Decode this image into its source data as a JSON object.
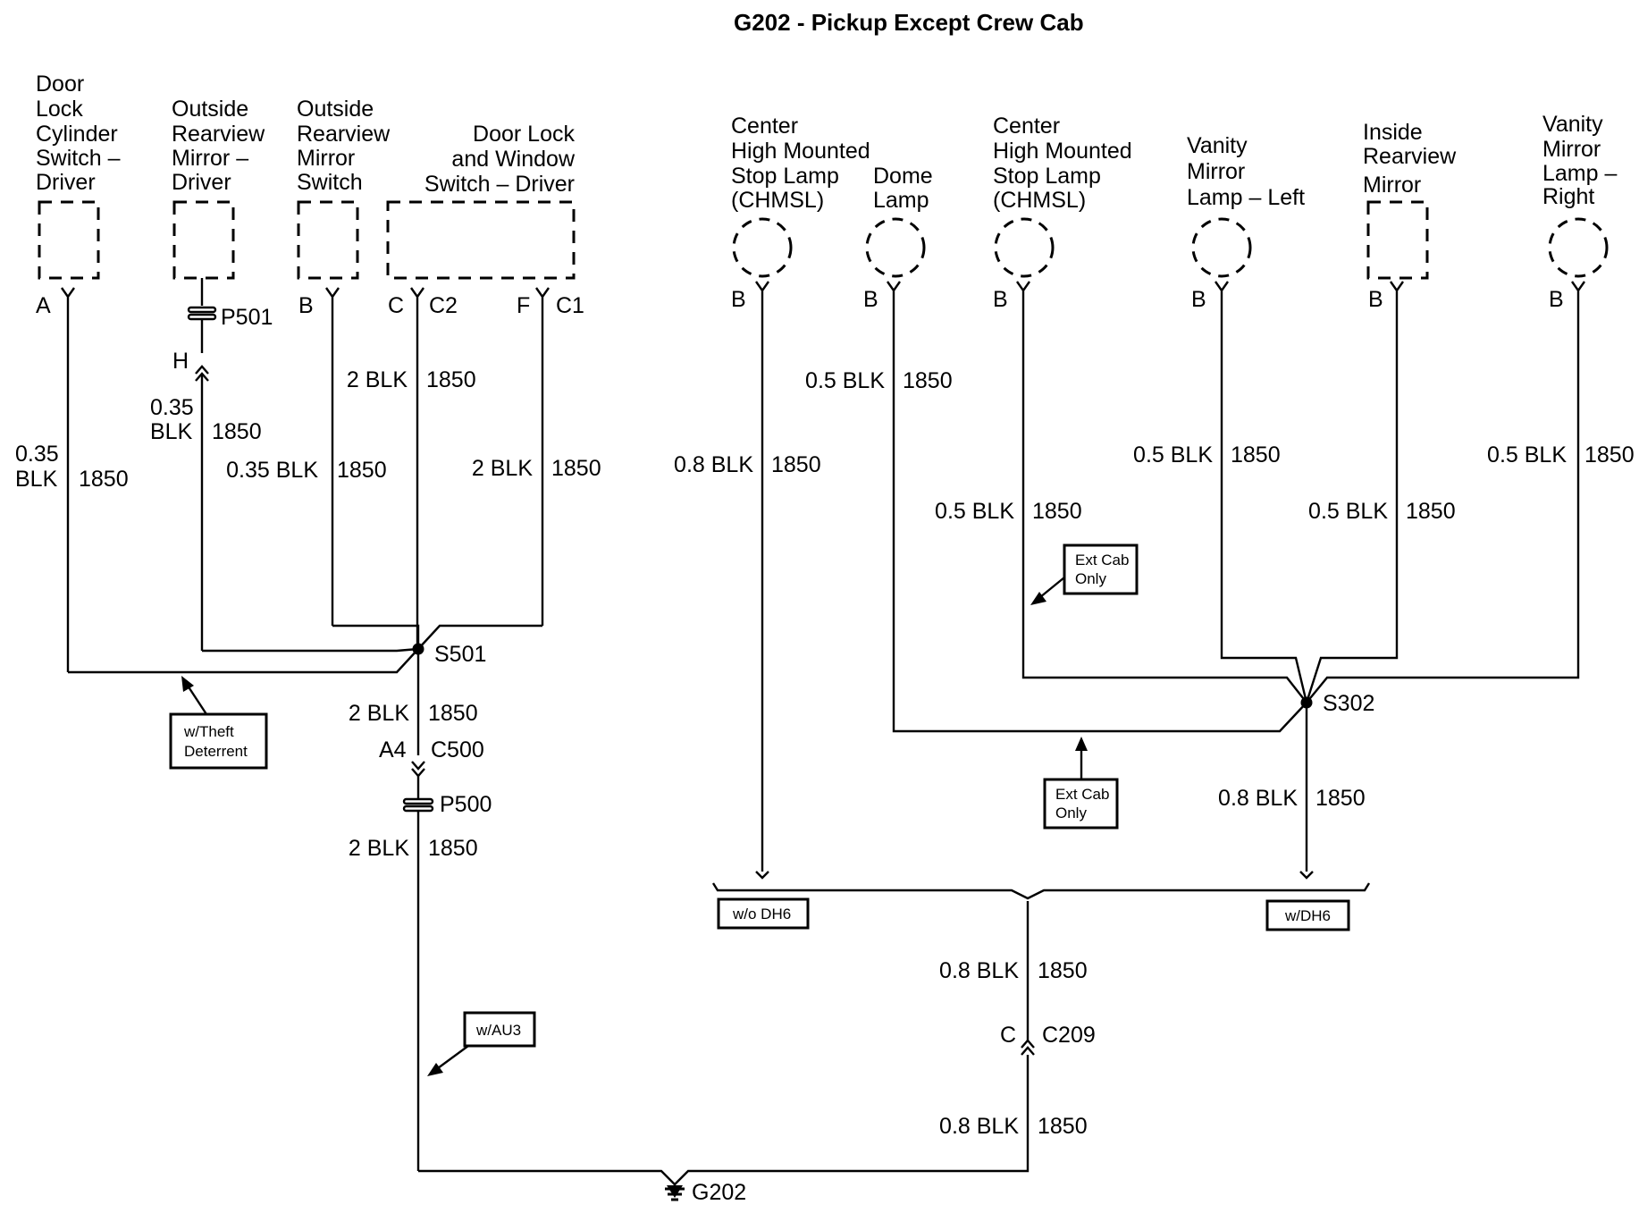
{
  "title": "G202 - Pickup Except Crew Cab",
  "components": {
    "door_lock_cylinder": [
      "Door",
      "Lock",
      "Cylinder",
      "Switch –",
      "Driver"
    ],
    "mirror_driver": [
      "Outside",
      "Rearview",
      "Mirror –",
      "Driver"
    ],
    "mirror_switch": [
      "Outside",
      "Rearview",
      "Mirror",
      "Switch"
    ],
    "door_lock_window": [
      "Door Lock",
      "and Window",
      "Switch – Driver"
    ],
    "chmsl_1": [
      "Center",
      "High Mounted",
      "Stop Lamp",
      "(CHMSL)"
    ],
    "dome_lamp": [
      "Dome",
      "Lamp"
    ],
    "chmsl_2": [
      "Center",
      "High Mounted",
      "Stop Lamp",
      "(CHMSL)"
    ],
    "vanity_left": [
      "Vanity",
      "Mirror",
      "Lamp – Left"
    ],
    "inside_mirror": [
      "Inside",
      "Rearview",
      "Mirror"
    ],
    "vanity_right": [
      "Vanity",
      "Mirror",
      "Lamp –",
      "Right"
    ]
  },
  "pins": {
    "a": "A",
    "b": "B",
    "c": "C",
    "c2": "C2",
    "f": "F",
    "c1": "C1",
    "h": "H",
    "a4": "A4",
    "c_c209": "C"
  },
  "connectors": {
    "p501": "P501",
    "p500": "P500",
    "c500": "C500",
    "c209": "C209",
    "s501": "S501",
    "s302": "S302",
    "g202": "G202"
  },
  "wires": {
    "blk_035": "0.35 BLK",
    "blk_035_a": "0.35",
    "blk_035_b": "BLK",
    "blk_05": "0.5 BLK",
    "blk_08": "0.8 BLK",
    "blk_2": "2 BLK",
    "circuit": "1850"
  },
  "notes": {
    "theft_1": "w/Theft",
    "theft_2": "Deterrent",
    "ext_cab_1": "Ext Cab",
    "ext_cab_2": "Only",
    "au3": "w/AU3",
    "wo_dh6": "w/o DH6",
    "w_dh6": "w/DH6"
  }
}
